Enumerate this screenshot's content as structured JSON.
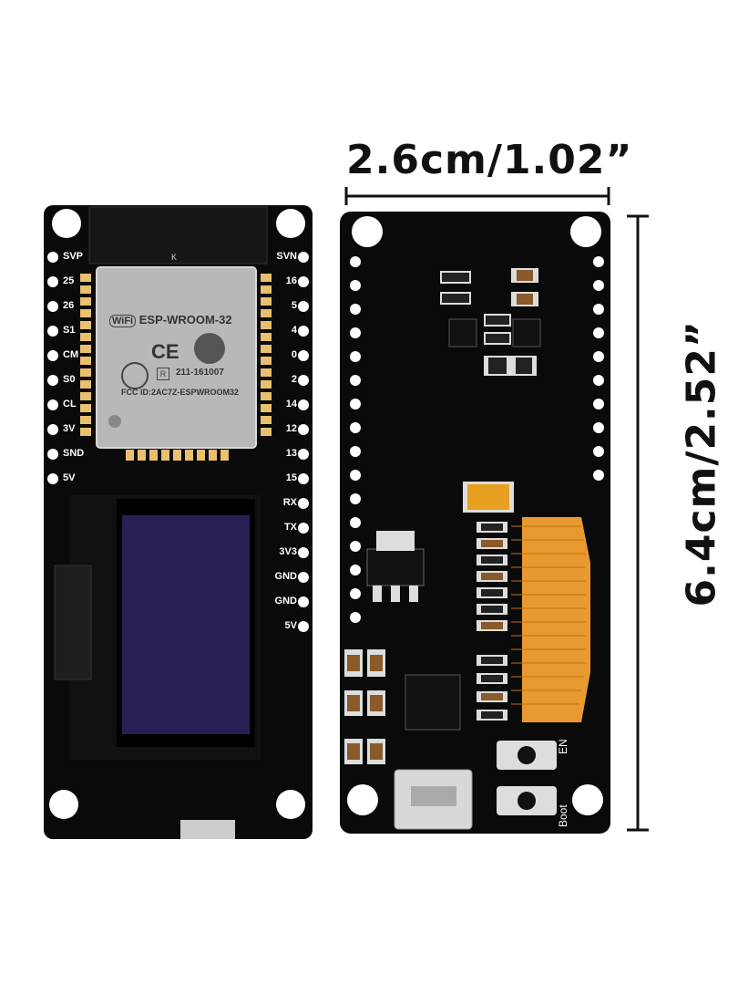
{
  "dimensions": {
    "width_label": "2.6cm/1.02”",
    "height_label": "6.4cm/2.52”"
  },
  "module": {
    "brand": "WiFi",
    "model": "ESP-WROOM-32",
    "cert_number": "211-161007",
    "fcc_id": "FCC ID:2AC7Z-ESPWROOM32",
    "marking_k": "K"
  },
  "front_pins": {
    "left": [
      "SVP",
      "25",
      "26",
      "S1",
      "CM",
      "S0",
      "CL",
      "3V",
      "SND",
      "5V"
    ],
    "right": [
      "SVN",
      "16",
      "5",
      "4",
      "0",
      "2",
      "14",
      "12",
      "13",
      "15",
      "RX",
      "TX",
      "3V3",
      "GND",
      "GND",
      "5V"
    ]
  },
  "back_labels": {
    "button_en": "EN",
    "button_boot": "Boot"
  },
  "colors": {
    "pcb": "#0a0a0a",
    "pad_gold": "#e8c070",
    "ribbon": "#e89a30",
    "oled": "#2a1f55",
    "module_shield": "#b0b0b0"
  }
}
